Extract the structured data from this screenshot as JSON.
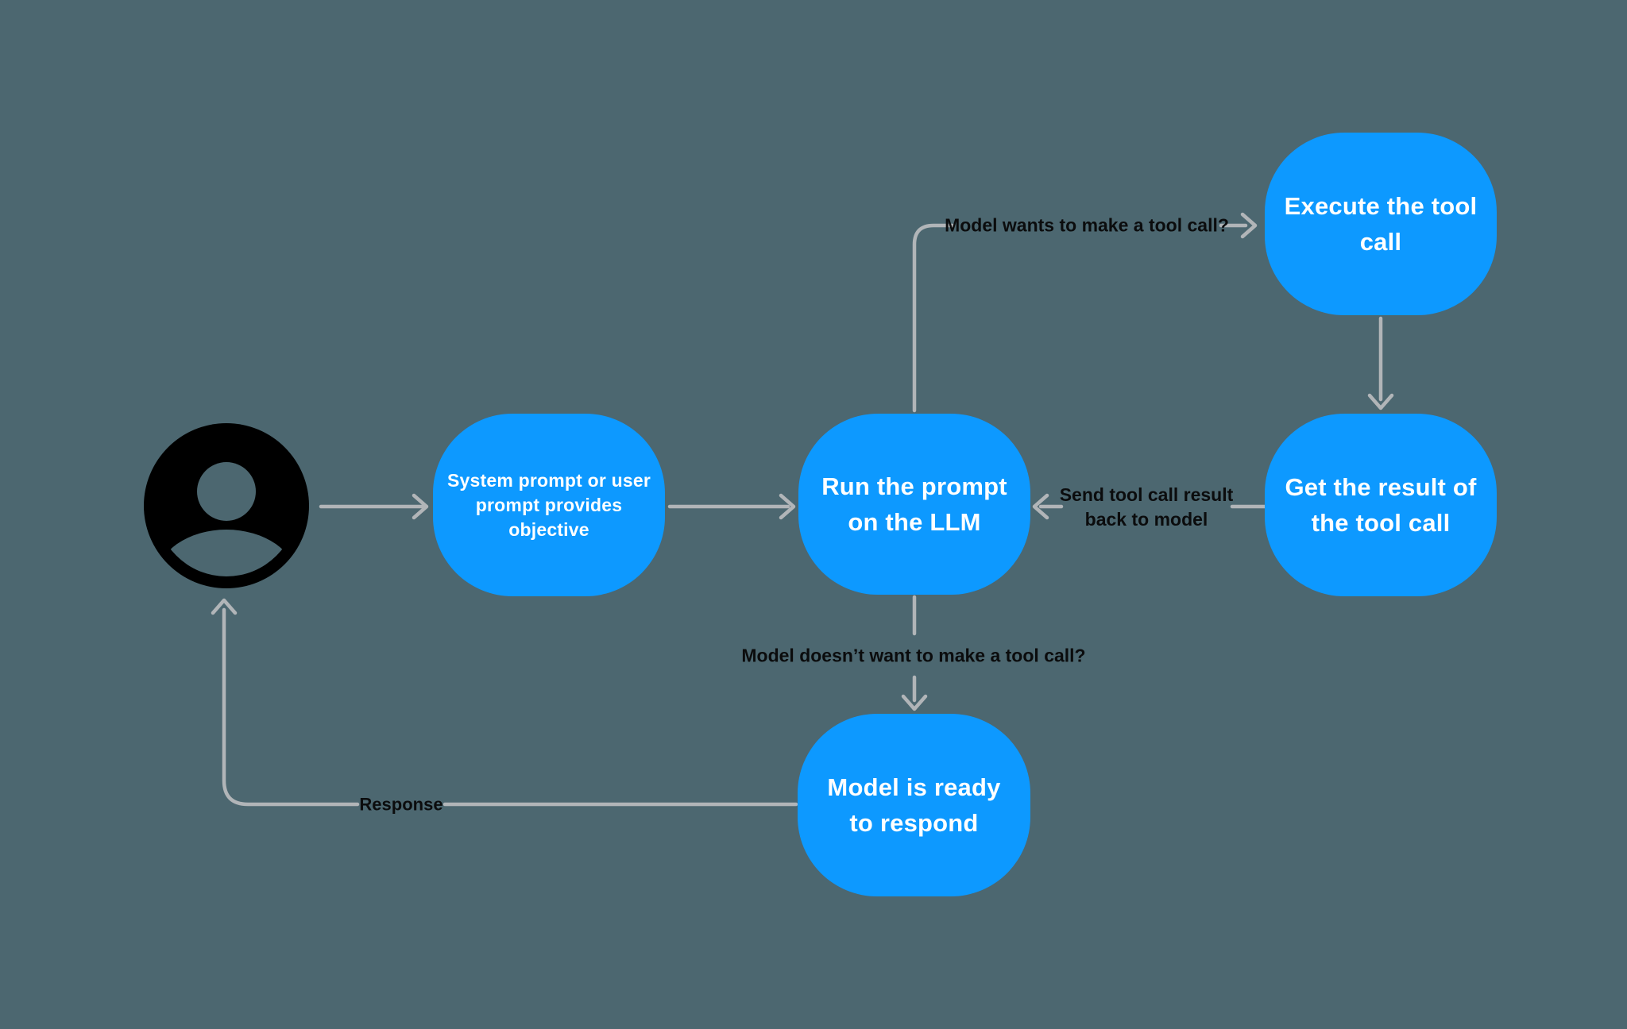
{
  "canvas": {
    "background_color": "#4c6770",
    "arrow_color": "#b1b5b8",
    "node_fill_color": "#0d99ff",
    "node_text_color": "#ffffff",
    "edge_label_color": "#0b0c0d",
    "user_icon_color": "#000000"
  },
  "nodes": {
    "objective": {
      "label": "System prompt or user\nprompt provides\nobjective"
    },
    "run_llm": {
      "label": "Run the prompt\non the LLM"
    },
    "execute_tool": {
      "label": "Execute the tool\ncall"
    },
    "get_result": {
      "label": "Get the result of\nthe tool call"
    },
    "respond": {
      "label": "Model is ready\nto respond"
    }
  },
  "edges": {
    "wants_tool_call": {
      "label": "Model wants to make a tool call?"
    },
    "send_result": {
      "label": "Send tool call result\nback to model"
    },
    "no_tool_call": {
      "label": "Model doesn’t want to make a tool call?"
    },
    "response": {
      "label": "Response"
    }
  }
}
